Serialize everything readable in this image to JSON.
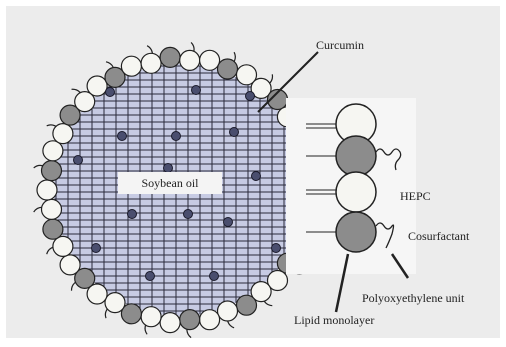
{
  "labels": {
    "curcumin": "Curcumin",
    "core": "Soybean oil",
    "hepc": "HEPC",
    "cosurfactant": "Cosurfactant",
    "polyoxyethylene": "Polyoxyethylene unit",
    "lipid_monolayer": "Lipid monolayer"
  },
  "colors": {
    "background": "#ffffff",
    "panel": "#ececec",
    "grid": "#2a2a3a",
    "core_fill": "#c7cbe3",
    "head_light": "#f6f6f2",
    "head_dark": "#8c8c8c",
    "drug": "#4a4e6e",
    "line": "#222222"
  },
  "icons": [
    "lipid-head-light-icon",
    "lipid-head-dark-icon",
    "curcumin-molecule-icon",
    "polymer-chain-icon"
  ]
}
